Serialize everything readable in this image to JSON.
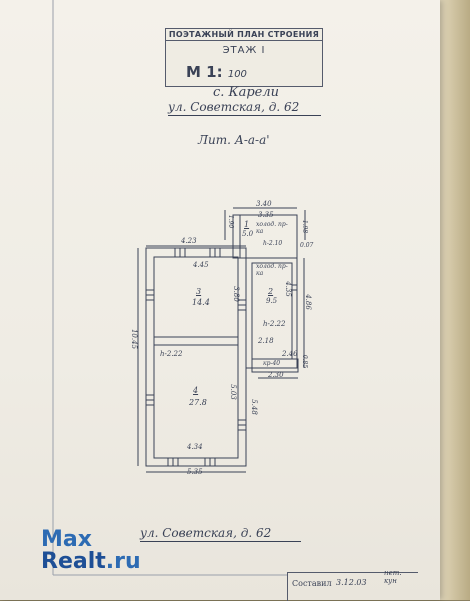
{
  "header": {
    "plan_title": "ПОЭТАЖНЫЙ ПЛАН СТРОЕНИЯ",
    "floor": "ЭТАЖ I",
    "scale_label": "М 1:",
    "scale_value": "100"
  },
  "address": {
    "village": "с. Карели",
    "street_top": "ул. Советская, д. 62",
    "litera": "Лит. А-а-а'",
    "street_bottom": "ул. Советская, д. 62"
  },
  "dimensions": {
    "top_outer": "3.40",
    "top_inner": "3.35",
    "left_wall_top": "4.23",
    "room3_top": "4.45",
    "left_side": "10.45",
    "bottom_inner": "4.34",
    "bottom_outer": "5.35",
    "middle_vertical": "3.80",
    "lower_vertical": "5.03",
    "right_lower": "5.48",
    "room2_right": "4.35",
    "annex_right": "4.86",
    "small_v1": "1.90",
    "small_v2": "1.98",
    "corner": "0.07",
    "room2_bottom": "2.18",
    "porch_inner": "2.46",
    "porch_outer": "2.30",
    "porch_side": "0.85"
  },
  "rooms": [
    {
      "number": "1",
      "area": "5.0",
      "label": "холод. пр-ка",
      "height": "h-2.10"
    },
    {
      "number": "2",
      "area": "9.5",
      "label": "холод. пр-ка",
      "height": "h-2.22"
    },
    {
      "number": "3",
      "area": "14.4"
    },
    {
      "number": "4",
      "area": "27.8"
    }
  ],
  "heights": {
    "main": "h-2.22"
  },
  "porch_label": "кр-40",
  "footer": {
    "composed_label": "Составил",
    "composed_date": "3.12.03",
    "signature_note": "нет. кун"
  },
  "watermark": {
    "line1": "Max",
    "line2_a": "Realt",
    "line2_b": ".ru"
  }
}
